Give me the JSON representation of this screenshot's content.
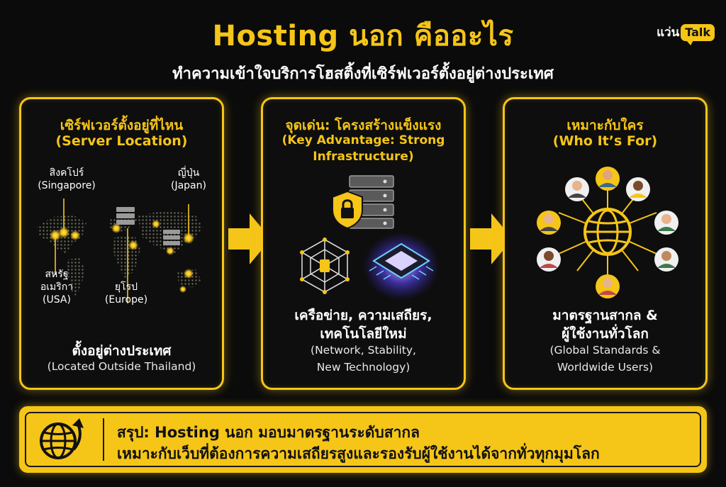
{
  "header": {
    "title": "Hosting นอก คืออะไร",
    "subtitle": "ทำความเข้าใจบริการโฮสติ้งที่เซิร์ฟเวอร์ตั้งอยู่ต่างประเทศ",
    "brand_prefix": "แว่น",
    "brand_bubble": "Talk"
  },
  "panel_location": {
    "heading_th": "เซิร์ฟเวอร์ตั้งอยู่ที่ไหน",
    "heading_en": "(Server Location)",
    "locations": [
      {
        "th": "สิงคโปร์",
        "en": "(Singapore)"
      },
      {
        "th": "ญี่ปุ่น",
        "en": "(Japan)"
      },
      {
        "th": "สหรัฐ",
        "th2": "อเมริกา",
        "en": "(USA)"
      },
      {
        "th": "ยุโรป",
        "en": "(Europe)"
      }
    ],
    "footer_th": "ตั้งอยู่ต่างประเทศ",
    "footer_en": "(Located Outside Thailand)"
  },
  "panel_advantage": {
    "heading_th": "จุดเด่น: โครงสร้างแข็งแรง",
    "heading_en_1": "(Key Advantage: Strong",
    "heading_en_2": "Infrastructure)",
    "footer_th_1": "เครือข่าย, ความเสถียร,",
    "footer_th_2": "เทคโนโลยีใหม่",
    "footer_en_1": "(Network, Stability,",
    "footer_en_2": "New Technology)"
  },
  "panel_audience": {
    "heading_th": "เหมาะกับใคร",
    "heading_en": "(Who It’s For)",
    "footer_th_1": "มาตรฐานสากล &",
    "footer_th_2": "ผู้ใช้งานทั่วโลก",
    "footer_en_1": "(Global Standards &",
    "footer_en_2": "Worldwide Users)"
  },
  "summary": {
    "line1": "สรุป: Hosting นอก มอบมาตรฐานระดับสากล",
    "line2": "เหมาะกับเว็บที่ต้องการความเสถียรสูงและรองรับผู้ใช้งานได้จากทั่วทุกมุมโลก"
  },
  "colors": {
    "accent": "#f5c518",
    "background": "#0b0b0b",
    "text": "#ffffff"
  },
  "icons": [
    "world-map-icon",
    "server-rack-icon",
    "shield-lock-icon",
    "network-web-icon",
    "chip-icon",
    "globe-network-icon",
    "person-avatar-icon",
    "globe-arrow-icon",
    "arrow-right-icon"
  ]
}
